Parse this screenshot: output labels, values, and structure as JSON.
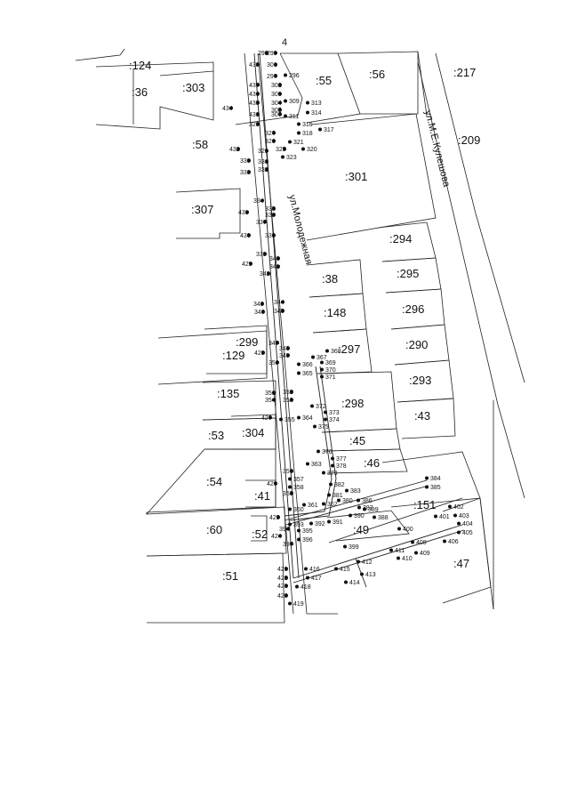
{
  "page_number": "4",
  "streets": [
    {
      "id": "molodezhnaya",
      "name": "ул.Молодежная"
    },
    {
      "id": "kuleshova",
      "name": "ул.М.Е.Кулешова"
    }
  ],
  "parcels": [
    ":124",
    ":36",
    ":303",
    ":55",
    ":56",
    ":217",
    ":58",
    ":209",
    ":301",
    ":307",
    ":294",
    ":295",
    ":296",
    ":290",
    ":293",
    ":43",
    ":38",
    ":148",
    ":297",
    ":299",
    ":129",
    ":135",
    ":298",
    ":53",
    ":304",
    ":45",
    ":46",
    ":54",
    ":41",
    ":151",
    ":60",
    ":52",
    ":49",
    ":47",
    ":51"
  ],
  "points": [
    "298",
    "299",
    "438",
    "301",
    "296",
    "297",
    "437",
    "302",
    "436",
    "303",
    "435",
    "304",
    "305",
    "434",
    "433",
    "307",
    "309",
    "313",
    "314",
    "311",
    "316",
    "318",
    "317",
    "328",
    "327",
    "326",
    "321",
    "320",
    "325",
    "323",
    "432",
    "329",
    "330",
    "331",
    "333",
    "332",
    "334",
    "335",
    "431",
    "336",
    "337",
    "430",
    "338",
    "339",
    "340",
    "429",
    "341",
    "342",
    "343",
    "344",
    "346",
    "345",
    "347",
    "348",
    "428",
    "349",
    "350",
    "367",
    "368",
    "366",
    "369",
    "370",
    "365",
    "371",
    "351",
    "352",
    "354",
    "353",
    "372",
    "373",
    "364",
    "374",
    "375",
    "427",
    "355",
    "376",
    "377",
    "363",
    "378",
    "379",
    "356",
    "426",
    "357",
    "358",
    "359",
    "382",
    "383",
    "384",
    "385",
    "381",
    "386",
    "380",
    "389",
    "387",
    "390",
    "388",
    "360",
    "362",
    "361",
    "425",
    "392",
    "391",
    "402",
    "401",
    "403",
    "404",
    "393",
    "394",
    "395",
    "396",
    "397",
    "424",
    "400",
    "408",
    "406",
    "405",
    "399",
    "411",
    "409",
    "410",
    "423",
    "412",
    "415",
    "422",
    "416",
    "417",
    "421",
    "413",
    "414",
    "418",
    "420",
    "419"
  ]
}
